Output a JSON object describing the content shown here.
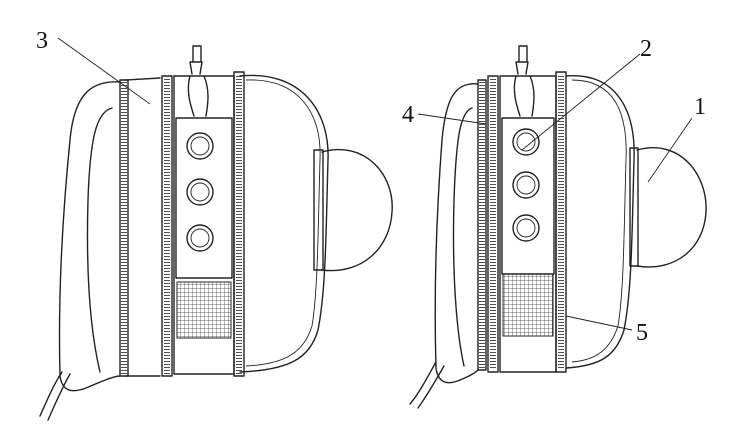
{
  "labels": {
    "num_1": "1",
    "num_2": "2",
    "num_3": "3",
    "num_4": "4",
    "num_5": "5"
  }
}
